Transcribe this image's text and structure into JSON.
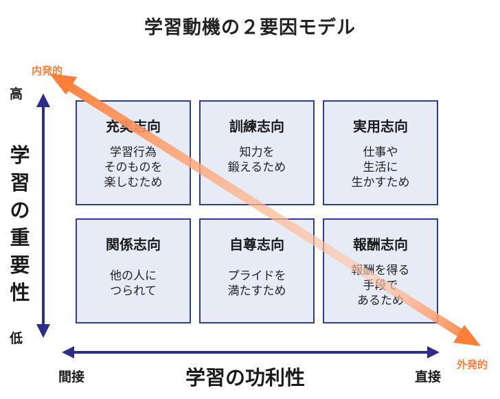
{
  "title": "学習動機の２要因モデル",
  "diagonal": {
    "top_label": "内発的",
    "bottom_label": "外発的"
  },
  "y_axis": {
    "label_chars": [
      "学",
      "習",
      "の",
      "重",
      "要",
      "性"
    ],
    "high": "高",
    "low": "低"
  },
  "x_axis": {
    "label": "学習の功利性",
    "left": "間接",
    "right": "直接"
  },
  "cells": [
    {
      "title": "充実志向",
      "lines": [
        "学習行為",
        "そのものを",
        "楽しむため"
      ]
    },
    {
      "title": "訓練志向",
      "lines": [
        "知力を",
        "鍛えるため"
      ]
    },
    {
      "title": "実用志向",
      "lines": [
        "仕事や",
        "生活に",
        "生かすため"
      ]
    },
    {
      "title": "関係志向",
      "lines": [
        "他の人に",
        "つられて"
      ]
    },
    {
      "title": "自尊志向",
      "lines": [
        "プライドを",
        "満たすため"
      ]
    },
    {
      "title": "報酬志向",
      "lines": [
        "報酬を得る",
        "手段で",
        "あるため"
      ]
    }
  ],
  "colors": {
    "axis": "#2d2d8a",
    "box_fill": "#e6ebf6",
    "box_border": "#2d3f8a",
    "diagonal": "#ff7f3a"
  }
}
